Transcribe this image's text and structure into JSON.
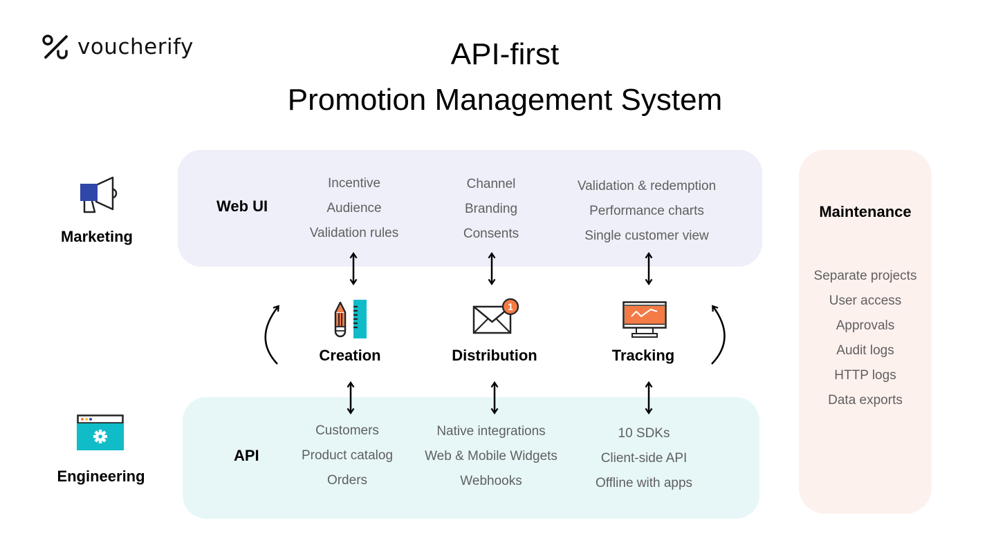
{
  "brand": {
    "name": "voucherify",
    "logo_icon": "percent-logo-icon"
  },
  "title": {
    "line1": "API-first",
    "line2": "Promotion Management System"
  },
  "roles": {
    "marketing": {
      "label": "Marketing",
      "icon": "megaphone-icon"
    },
    "engineering": {
      "label": "Engineering",
      "icon": "browser-gear-icon"
    }
  },
  "web_ui": {
    "label": "Web UI",
    "columns": [
      [
        "Incentive",
        "Audience",
        "Validation rules"
      ],
      [
        "Channel",
        "Branding",
        "Consents"
      ],
      [
        "Validation & redemption",
        "Performance charts",
        "Single customer view"
      ]
    ]
  },
  "stages": [
    {
      "label": "Creation",
      "icon": "pencil-ruler-icon"
    },
    {
      "label": "Distribution",
      "icon": "envelope-notification-icon",
      "badge": "1"
    },
    {
      "label": "Tracking",
      "icon": "monitor-chart-icon"
    }
  ],
  "api": {
    "label": "API",
    "columns": [
      [
        "Customers",
        "Product catalog",
        "Orders"
      ],
      [
        "Native integrations",
        "Web & Mobile Widgets",
        "Webhooks"
      ],
      [
        "10 SDKs",
        "Client-side API",
        "Offline with apps"
      ]
    ]
  },
  "maintenance": {
    "label": "Maintenance",
    "items": [
      "Separate projects",
      "User access",
      "Approvals",
      "Audit logs",
      "HTTP logs",
      "Data exports"
    ]
  },
  "colors": {
    "web_ui_panel": "#eeeff8",
    "api_panel": "#e7f7f8",
    "maintenance_panel": "#fdf1ee",
    "accent_orange": "#f47b45",
    "accent_teal": "#10bcc8",
    "accent_blue": "#2f47a8",
    "item_text": "#5f5f5f"
  }
}
